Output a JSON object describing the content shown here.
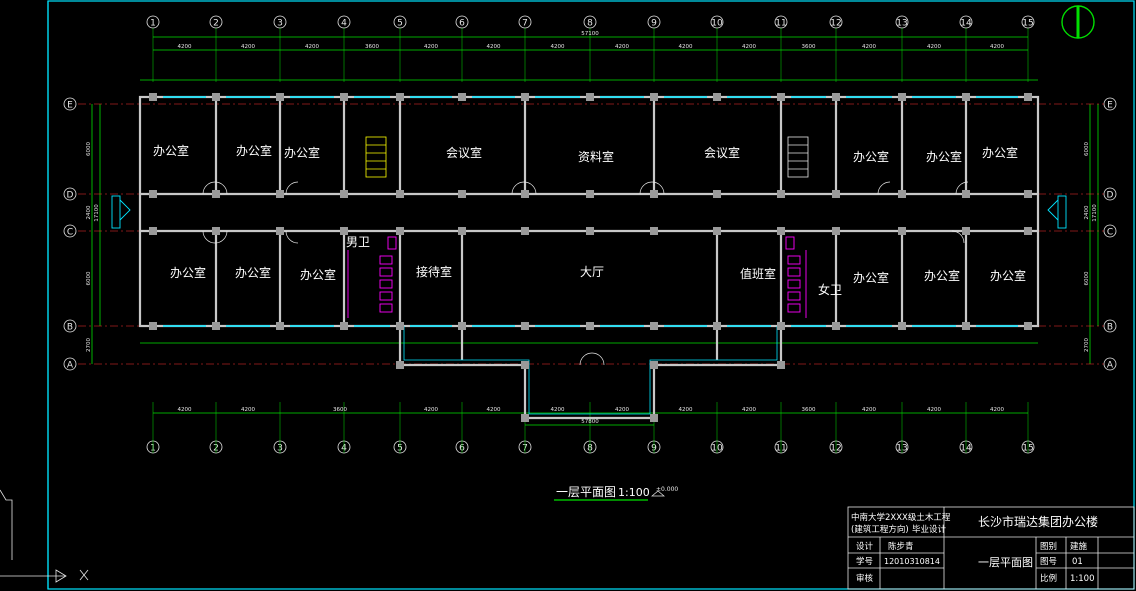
{
  "drawing": {
    "grid_axes_numbers": [
      "1",
      "2",
      "3",
      "4",
      "5",
      "6",
      "7",
      "8",
      "9",
      "10",
      "11",
      "12",
      "13",
      "14",
      "15"
    ],
    "grid_axes_letters": [
      "E",
      "D",
      "C",
      "B",
      "A"
    ],
    "total_dim_top": "57100",
    "total_dim_bottom": "57800",
    "top_bay_dims": [
      "4200",
      "4200",
      "4200",
      "3600",
      "4200",
      "4200",
      "4200",
      "4200",
      "4200",
      "4200",
      "3600",
      "4200",
      "4200",
      "4200"
    ],
    "bottom_bay_dims": [
      "4200",
      "4200",
      "3600",
      "4200",
      "4200",
      "4200",
      "4200",
      "4200",
      "4200",
      "3600",
      "4200",
      "4200",
      "4200"
    ],
    "left_dims": [
      "6000",
      "2400",
      "6000",
      "2700"
    ],
    "right_dims": [
      "6000",
      "2400",
      "6000",
      "2700"
    ],
    "overall_height_dim": "17100",
    "rooms": {
      "office_1": "办公室",
      "office_2": "办公室",
      "office_3": "办公室",
      "meeting_1": "会议室",
      "archive": "资料室",
      "meeting_2": "会议室",
      "office_4": "办公室",
      "office_5": "办公室",
      "office_6": "办公室",
      "office_7": "办公室",
      "office_8": "办公室",
      "office_9": "办公室",
      "men_wc": "男卫",
      "reception": "接待室",
      "hall": "大厅",
      "duty_room": "值班室",
      "women_wc": "女卫",
      "office_10": "办公室",
      "office_11": "办公室",
      "office_12": "办公室"
    },
    "plan_title": "一层平面图",
    "plan_scale": "1:100",
    "level_mark": "±0.000"
  },
  "title_block": {
    "school_line1": "中南大学2XXX级土木工程",
    "school_line2": "(建筑工程方向)",
    "school_line2b": "毕业设计",
    "project_name": "长沙市瑞达集团办公楼",
    "design_label": "设计",
    "designer": "陈步青",
    "student_id_label": "学号",
    "student_id": "1201031081​4",
    "review_label": "审核",
    "sheet_title": "一层平面图",
    "r1_label": "图别",
    "r1_value": "建施",
    "r2_label": "图号",
    "r2_value": "01",
    "r3_label": "比例",
    "r3_value": "1:100"
  },
  "colors": {
    "axis": "#e6e6e6",
    "dimension": "#00e000",
    "wall": "#c8c8c8",
    "center_line": "#ff3030",
    "window": "#00e5ff",
    "fixture": "#ff00ff",
    "frame": "#00e5ff",
    "room_text": "#ffffff"
  }
}
